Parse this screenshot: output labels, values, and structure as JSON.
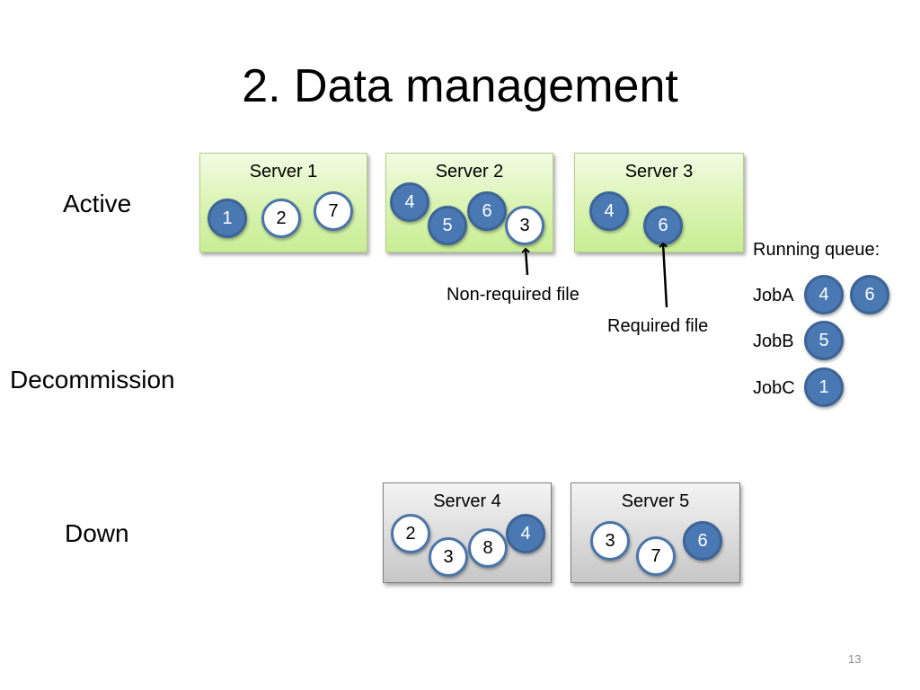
{
  "slide": {
    "title": "2. Data management",
    "page_number": "13"
  },
  "rows": {
    "active": "Active",
    "decommission": "Decommission",
    "down": "Down"
  },
  "servers": {
    "s1": {
      "name": "Server 1",
      "files": [
        "1",
        "2",
        "7"
      ]
    },
    "s2": {
      "name": "Server 2",
      "files": [
        "4",
        "6",
        "5",
        "3"
      ]
    },
    "s3": {
      "name": "Server 3",
      "files": [
        "4",
        "6"
      ]
    },
    "s4": {
      "name": "Server 4",
      "files": [
        "2",
        "4",
        "8",
        "3"
      ]
    },
    "s5": {
      "name": "Server 5",
      "files": [
        "3",
        "6",
        "7"
      ]
    }
  },
  "callouts": {
    "non_required": "Non-required file",
    "required": "Required file"
  },
  "queue": {
    "title": "Running queue:",
    "jobs": [
      {
        "name": "JobA",
        "files": [
          "4",
          "6"
        ]
      },
      {
        "name": "JobB",
        "files": [
          "5"
        ]
      },
      {
        "name": "JobC",
        "files": [
          "1"
        ]
      }
    ]
  },
  "colors": {
    "required_fill": "#4a78b3",
    "file_border": "#3d6497",
    "active_server": "#d9f4b1",
    "down_server": "#d9d9d9"
  }
}
